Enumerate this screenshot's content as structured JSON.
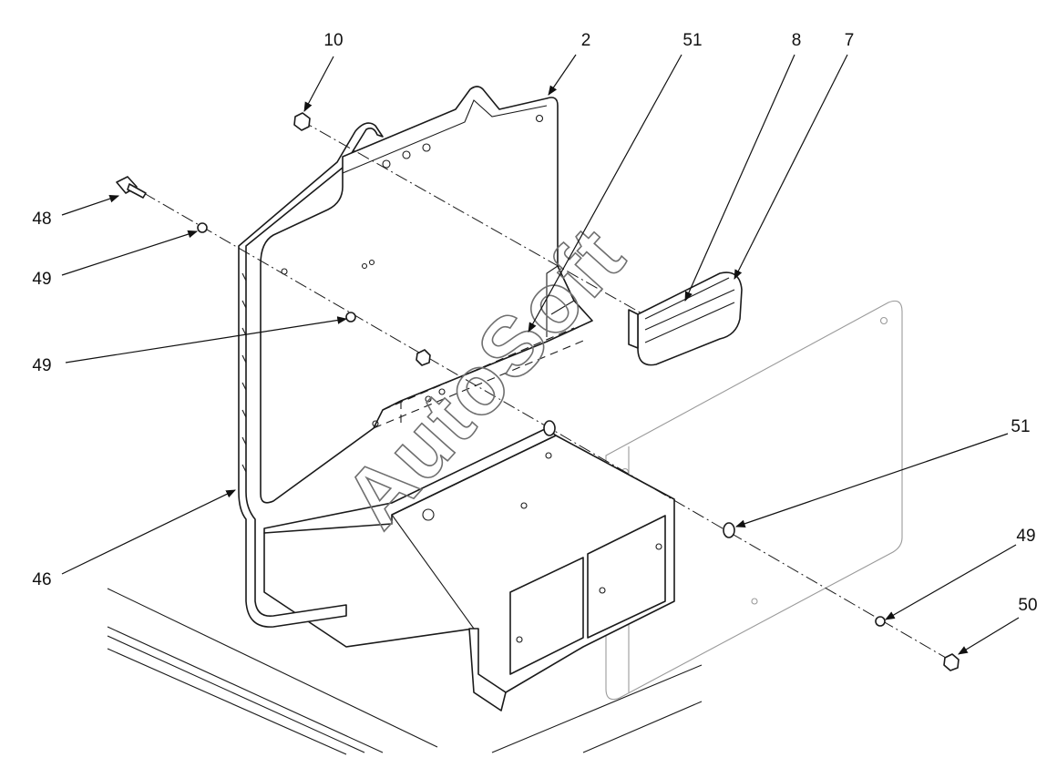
{
  "watermark": "AutoSoft",
  "callouts": [
    {
      "id": "c-10",
      "label": "10"
    },
    {
      "id": "c-2",
      "label": "2"
    },
    {
      "id": "c-51-top",
      "label": "51"
    },
    {
      "id": "c-8",
      "label": "8"
    },
    {
      "id": "c-7",
      "label": "7"
    },
    {
      "id": "c-48",
      "label": "48"
    },
    {
      "id": "c-49-a",
      "label": "49"
    },
    {
      "id": "c-49-b",
      "label": "49"
    },
    {
      "id": "c-51-right",
      "label": "51"
    },
    {
      "id": "c-49-c",
      "label": "49"
    },
    {
      "id": "c-50",
      "label": "50"
    },
    {
      "id": "c-46",
      "label": "46"
    }
  ]
}
